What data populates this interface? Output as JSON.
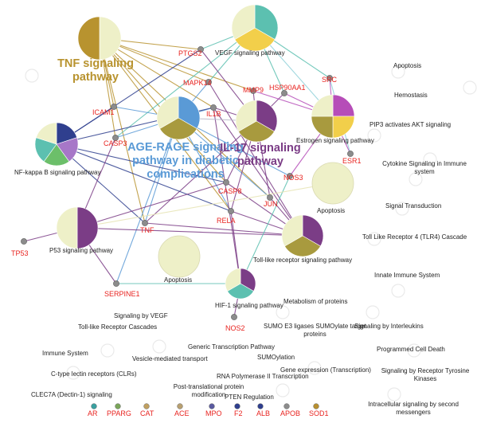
{
  "title_labels": {
    "tnf": "TNF signaling pathway",
    "age_rage": "AGE-RAGE signaling pathway in diabetic complications",
    "il17": "IL-17 signaling pathway"
  },
  "colors": {
    "tnf_gold": "#b8932f",
    "age_blue": "#5a9ad6",
    "il17_purple": "#7b3d86",
    "gene_red": "#e8231f",
    "pie_pale": "#eef0c8",
    "pie_teal": "#5cc0b0",
    "pie_yellow": "#f2cf4a",
    "pie_navy": "#2f3f8e",
    "pie_green": "#6cbf6a",
    "pie_lilac": "#a777c8",
    "pie_magenta": "#b64db8",
    "pie_olive": "#a89a3e"
  },
  "pathways": [
    {
      "id": "tnf",
      "label": ""
    },
    {
      "id": "vegf",
      "label": "VEGF signaling pathway"
    },
    {
      "id": "age",
      "label": ""
    },
    {
      "id": "il17",
      "label": ""
    },
    {
      "id": "estrogen",
      "label": "Estrogen signaling pathway"
    },
    {
      "id": "nfkb",
      "label": "NF-kappa B signaling pathway"
    },
    {
      "id": "apoptosis1",
      "label": "Apoptosis"
    },
    {
      "id": "p53",
      "label": "P53 signaling pathway"
    },
    {
      "id": "apoptosis2",
      "label": "Apoptosis"
    },
    {
      "id": "tlr",
      "label": "Toll-like receptor signaling pathway"
    },
    {
      "id": "hif1",
      "label": "HIF-1 signaling pathway"
    }
  ],
  "genes": [
    {
      "id": "PTGS2",
      "label": "PTGS2"
    },
    {
      "id": "SRC",
      "label": "SRC"
    },
    {
      "id": "MAPK14",
      "label": "MAPK14"
    },
    {
      "id": "MMP9",
      "label": "MMP9"
    },
    {
      "id": "HSP90AA1",
      "label": "HSP90AA1"
    },
    {
      "id": "ICAM1",
      "label": "ICAM1"
    },
    {
      "id": "IL1B",
      "label": "IL1B"
    },
    {
      "id": "CASP3",
      "label": "CASP3"
    },
    {
      "id": "ESR1",
      "label": "ESR1"
    },
    {
      "id": "NOS3",
      "label": "NOS3"
    },
    {
      "id": "CASP8",
      "label": "CASP8"
    },
    {
      "id": "JUN",
      "label": "JUN"
    },
    {
      "id": "RELA",
      "label": "RELA"
    },
    {
      "id": "TNF",
      "label": "TNF"
    },
    {
      "id": "TP53",
      "label": "TP53"
    },
    {
      "id": "SERPINE1",
      "label": "SERPINE1"
    },
    {
      "id": "NOS2",
      "label": "NOS2"
    }
  ],
  "right_terms": [
    "Apoptosis",
    "Hemostasis",
    "PIP3 activates AKT signaling",
    "Cytokine Signaling in Immune system",
    "Signal Transduction",
    "Toll Like Receptor 4 (TLR4) Cascade",
    "Innate Immune System"
  ],
  "bottom_terms": [
    "Metabolism of proteins",
    "Signaling by VEGF",
    "Toll-like Receptor Cascades",
    "SUMO E3 ligases SUMOylate target proteins",
    "Signaling by Interleukins",
    "Immune System",
    "Vesicle-mediated transport",
    "Generic Transcription Pathway",
    "SUMOylation",
    "Programmed Cell Death",
    "C-type lectin receptors (CLRs)",
    "RNA Polymerase II Transcription",
    "Gene expression (Transcription)",
    "Signaling by Receptor Tyrosine Kinases",
    "CLEC7A (Dectin-1) signaling",
    "Post-translational protein modification",
    "PTEN Regulation",
    "Intracellular signaling by second messengers"
  ],
  "legend": [
    {
      "label": "AR"
    },
    {
      "label": "PPARG"
    },
    {
      "label": "CAT"
    },
    {
      "label": "ACE"
    },
    {
      "label": "MPO"
    },
    {
      "label": "F2"
    },
    {
      "label": "ALB"
    },
    {
      "label": "APOB"
    },
    {
      "label": "SOD1"
    }
  ]
}
